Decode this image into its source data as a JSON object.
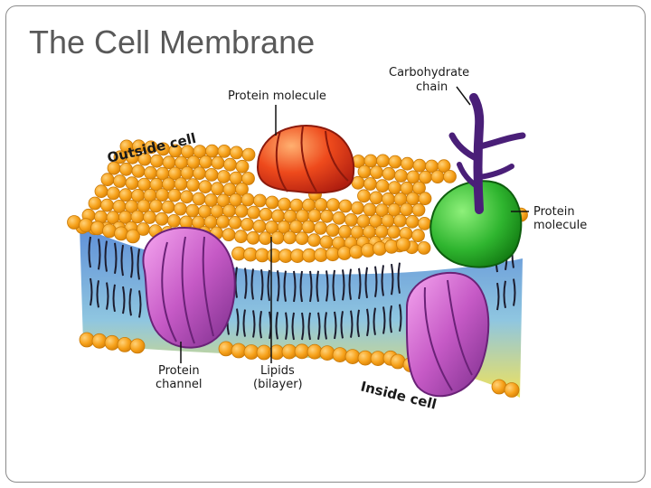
{
  "slide": {
    "title": "The Cell Membrane"
  },
  "diagram": {
    "labels": {
      "outside_cell": "Outside cell",
      "inside_cell": "Inside cell",
      "protein_molecule_top": "Protein molecule",
      "carbohydrate_chain_line1": "Carbohydrate",
      "carbohydrate_chain_line2": "chain",
      "protein_molecule_right_line1": "Protein",
      "protein_molecule_right_line2": "molecule",
      "protein_channel_line1": "Protein",
      "protein_channel_line2": "channel",
      "lipids_line1": "Lipids",
      "lipids_line2": "(bilayer)"
    },
    "colors": {
      "lipid_head": "#f7a21b",
      "lipid_head_edge": "#c97a08",
      "channel_protein": "#b34fb8",
      "surface_protein": "#e0521f",
      "globular_protein": "#2fb52f",
      "carbohydrate": "#5b2d8c",
      "bilayer_top": "#6aa0e0",
      "bilayer_bottom": "#f2e45a"
    }
  }
}
